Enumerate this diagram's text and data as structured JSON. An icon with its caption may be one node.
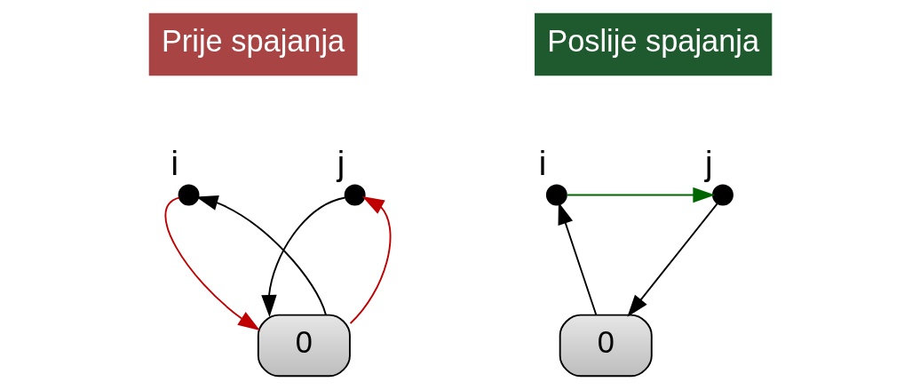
{
  "diagram": {
    "nodes": [
      {
        "text": [
          "Prije spajanja"
        ]
      },
      {
        "text": [],
        "shape": "circle",
        "beside": [
          "i"
        ]
      },
      {
        "text": [],
        "shape": "circle",
        "beside": [
          "j"
        ]
      },
      {
        "text": [
          "0"
        ]
      },
      {
        "text": [
          "Poslije spajanja"
        ]
      },
      {
        "text": [],
        "shape": "circle",
        "beside": [
          "i"
        ]
      },
      {
        "text": [],
        "shape": "circle",
        "beside": [
          "j"
        ]
      },
      {
        "text": [
          "0"
        ]
      }
    ],
    "edges": [
      {
        "from": 3,
        "to": 1,
        "arrow": "to"
      },
      {
        "from": 1,
        "to": 3,
        "arrow": "to",
        "color": "#c00000"
      },
      {
        "from": 3,
        "to": 2,
        "arrow": "to",
        "color": "#c00000"
      },
      {
        "from": 2,
        "to": 3,
        "arrow": "to"
      },
      {
        "from": 7,
        "to": 5,
        "arrow": "to"
      },
      {
        "from": 5,
        "to": 6,
        "arrow": "to",
        "color": "#006600"
      },
      {
        "from": 6,
        "to": 7,
        "arrow": "to"
      }
    ]
  }
}
